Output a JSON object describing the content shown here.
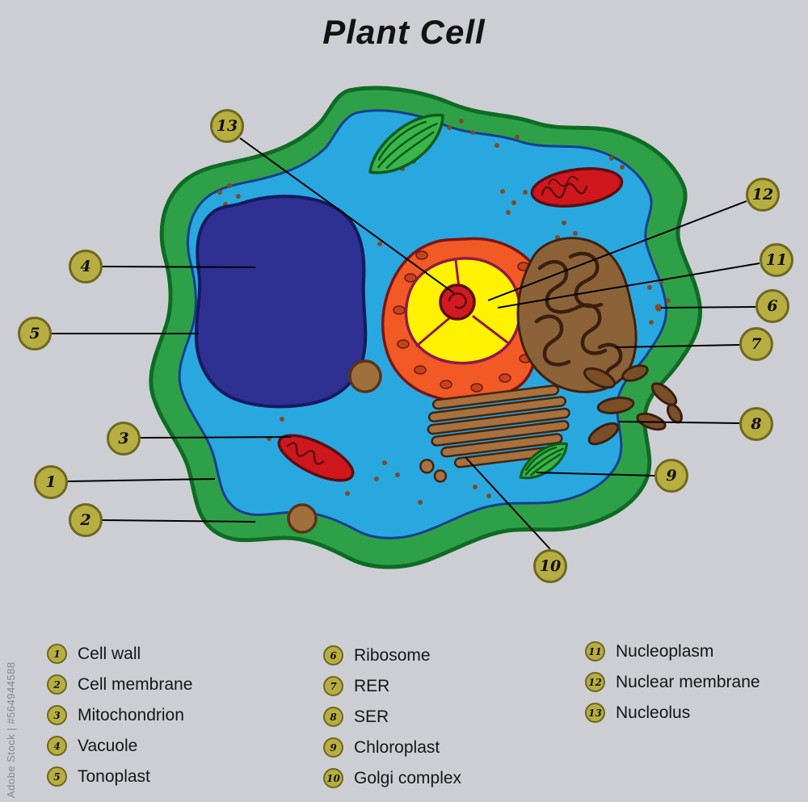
{
  "title": "Plant Cell",
  "watermark": "Adobe Stock | #564944588",
  "callouts": [
    {
      "num": "1"
    },
    {
      "num": "2"
    },
    {
      "num": "3"
    },
    {
      "num": "4"
    },
    {
      "num": "5"
    },
    {
      "num": "6"
    },
    {
      "num": "7"
    },
    {
      "num": "8"
    },
    {
      "num": "9"
    },
    {
      "num": "10"
    },
    {
      "num": "11"
    },
    {
      "num": "12"
    },
    {
      "num": "13"
    }
  ],
  "legend": {
    "col1": [
      {
        "num": "1",
        "label": "Cell wall"
      },
      {
        "num": "2",
        "label": "Cell membrane"
      },
      {
        "num": "3",
        "label": "Mitochondrion"
      },
      {
        "num": "4",
        "label": "Vacuole"
      },
      {
        "num": "5",
        "label": "Tonoplast"
      }
    ],
    "col2": [
      {
        "num": "6",
        "label": "Ribosome"
      },
      {
        "num": "7",
        "label": "RER"
      },
      {
        "num": "8",
        "label": "SER"
      },
      {
        "num": "9",
        "label": "Chloroplast"
      },
      {
        "num": "10",
        "label": "Golgi complex"
      }
    ],
    "col3": [
      {
        "num": "11",
        "label": "Nucleoplasm"
      },
      {
        "num": "12",
        "label": "Nuclear membrane"
      },
      {
        "num": "13",
        "label": "Nucleolus"
      }
    ]
  },
  "colors": {
    "background": "#cdced3",
    "cell_wall_green": "#2ea148",
    "cytoplasm_blue": "#29a8e0",
    "vacuole_navy": "#2e3192",
    "nucleus_orange": "#f15a24",
    "nucleoplasm_yellow": "#fff200",
    "nucleolus_red": "#d31920",
    "organelle_brown": "#8c6239",
    "mitochondria_red": "#ce181e",
    "chloroplast_green": "#39b54a",
    "callout_olive": "#b6ae41",
    "connector_line": "#000000"
  }
}
